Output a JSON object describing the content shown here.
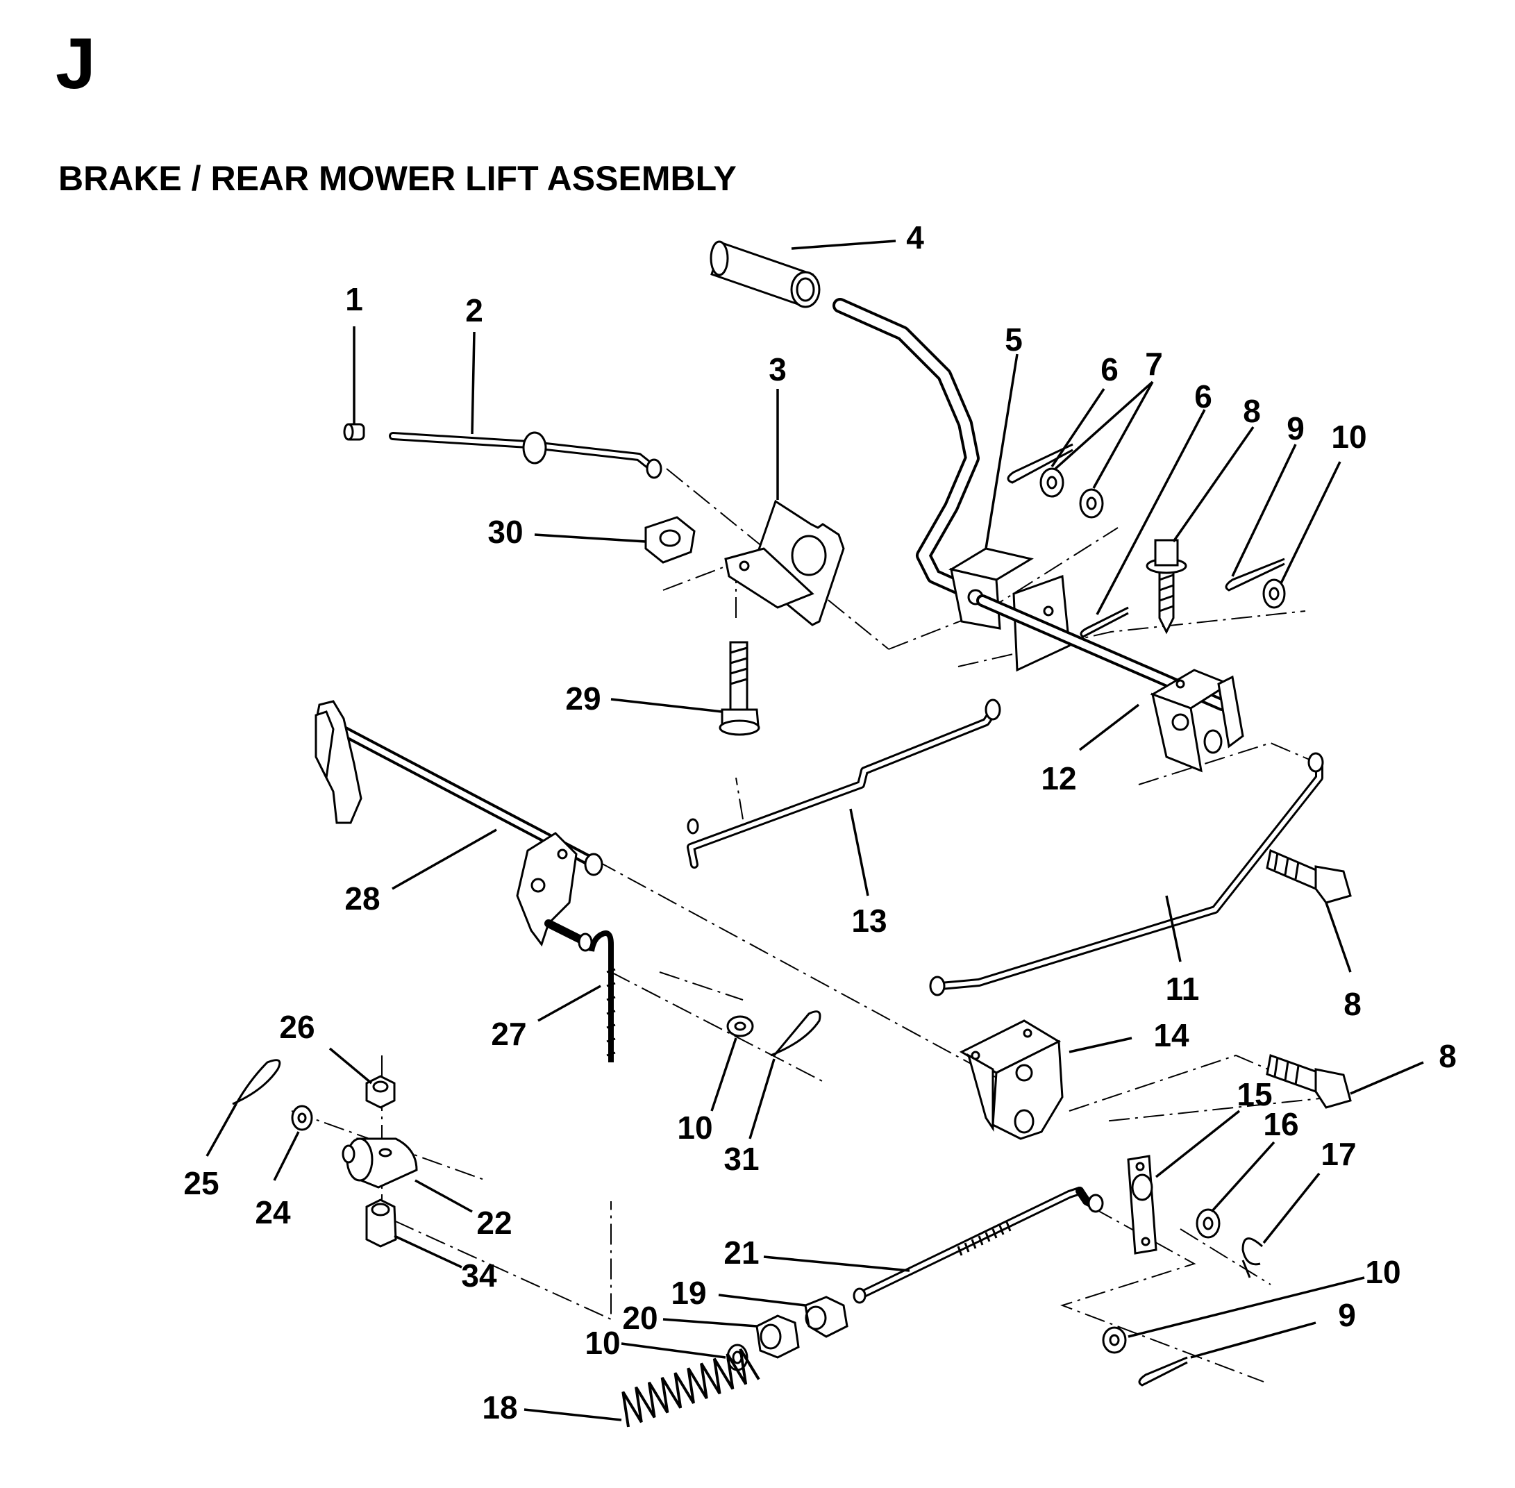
{
  "header": {
    "section_letter": "J",
    "title": "BRAKE / REAR MOWER LIFT ASSEMBLY"
  },
  "callouts": [
    {
      "id": "c1",
      "text": "1"
    },
    {
      "id": "c2",
      "text": "2"
    },
    {
      "id": "c3",
      "text": "3"
    },
    {
      "id": "c4",
      "text": "4"
    },
    {
      "id": "c5",
      "text": "5"
    },
    {
      "id": "c6a",
      "text": "6"
    },
    {
      "id": "c7",
      "text": "7"
    },
    {
      "id": "c6b",
      "text": "6"
    },
    {
      "id": "c8a",
      "text": "8"
    },
    {
      "id": "c9a",
      "text": "9"
    },
    {
      "id": "c10a",
      "text": "10"
    },
    {
      "id": "c30",
      "text": "30"
    },
    {
      "id": "c29",
      "text": "29"
    },
    {
      "id": "c12",
      "text": "12"
    },
    {
      "id": "c13",
      "text": "13"
    },
    {
      "id": "c28",
      "text": "28"
    },
    {
      "id": "c11",
      "text": "11"
    },
    {
      "id": "c8b",
      "text": "8"
    },
    {
      "id": "c14",
      "text": "14"
    },
    {
      "id": "c8c",
      "text": "8"
    },
    {
      "id": "c27",
      "text": "27"
    },
    {
      "id": "c26",
      "text": "26"
    },
    {
      "id": "c10b",
      "text": "10"
    },
    {
      "id": "c31",
      "text": "31"
    },
    {
      "id": "c15",
      "text": "15"
    },
    {
      "id": "c16",
      "text": "16"
    },
    {
      "id": "c17",
      "text": "17"
    },
    {
      "id": "c25",
      "text": "25"
    },
    {
      "id": "c24",
      "text": "24"
    },
    {
      "id": "c22",
      "text": "22"
    },
    {
      "id": "c34",
      "text": "34"
    },
    {
      "id": "c21",
      "text": "21"
    },
    {
      "id": "c19",
      "text": "19"
    },
    {
      "id": "c20",
      "text": "20"
    },
    {
      "id": "c10c",
      "text": "10"
    },
    {
      "id": "c10d",
      "text": "10"
    },
    {
      "id": "c9b",
      "text": "9"
    },
    {
      "id": "c18",
      "text": "18"
    }
  ]
}
